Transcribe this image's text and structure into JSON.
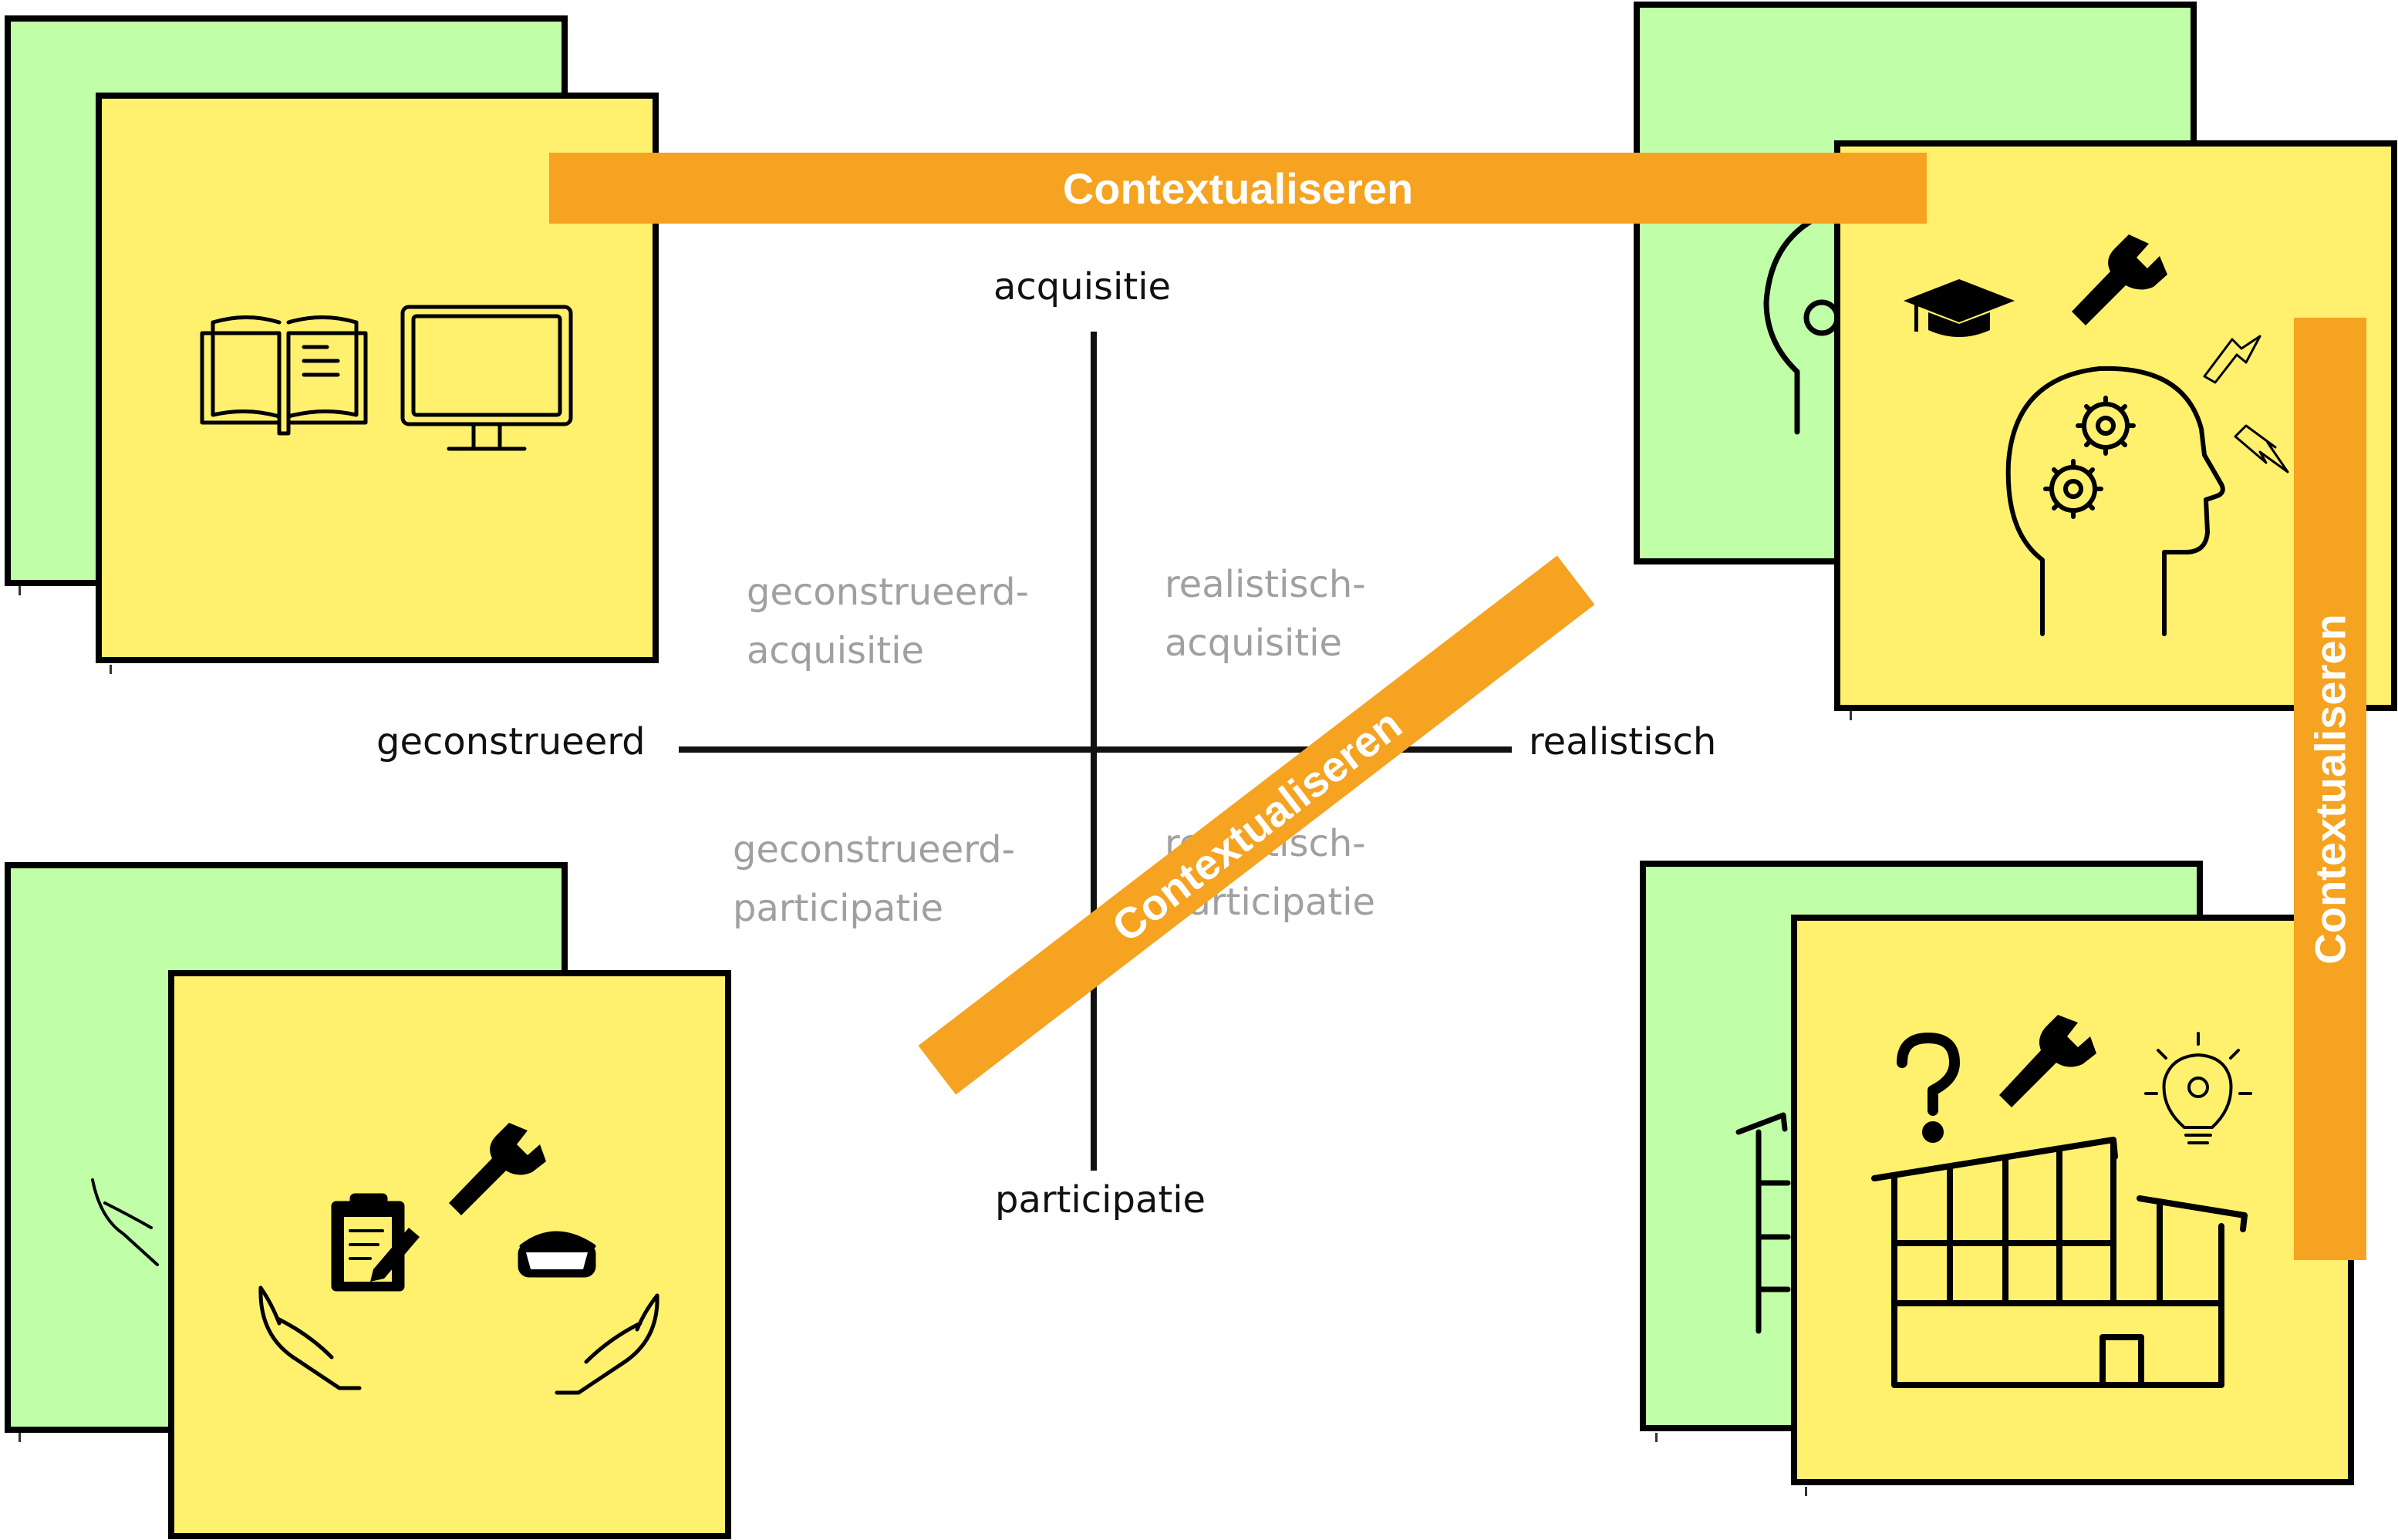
{
  "axes": {
    "top": "acquisitie",
    "bottom": "participatie",
    "left": "geconstrueerd",
    "right": "realistisch"
  },
  "quadrants": {
    "top_left": [
      "geconstrueerd-",
      "acquisitie"
    ],
    "top_right": [
      "realistisch-",
      "acquisitie"
    ],
    "bottom_left": [
      "geconstrueerd-",
      "participatie"
    ],
    "bottom_right": [
      "realistisch-",
      "participatie"
    ]
  },
  "bands": {
    "horizontal": "Contextualiseren",
    "diagonal": "Contextualiseren",
    "vertical": "Contextualiseren"
  },
  "colors": {
    "card_back": "#c0ffa8",
    "card_front": "#fff06e",
    "band": "#f5a320",
    "axis": "#111111",
    "quadrant_text": "#a0a0a0"
  },
  "icons": {
    "top_left": [
      "book-icon",
      "monitor-icon"
    ],
    "top_right": [
      "graduation-cap-icon",
      "wrench-icon",
      "head-gears-icon",
      "arrows-icon"
    ],
    "bottom_left": [
      "clipboard-icon",
      "wrench-icon",
      "vr-headset-icon",
      "hands-icon"
    ],
    "bottom_right": [
      "question-mark-icon",
      "wrench-icon",
      "lightbulb-icon",
      "building-icon"
    ]
  }
}
